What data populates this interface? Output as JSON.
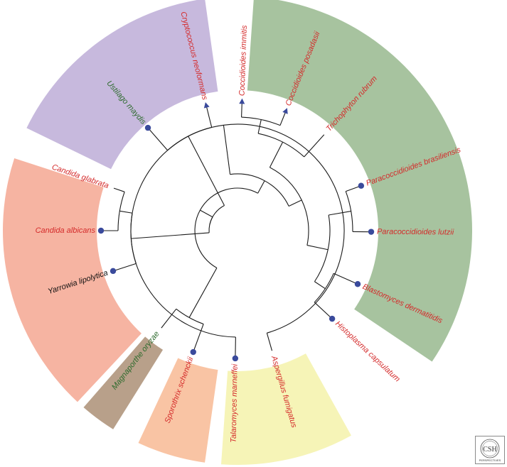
{
  "colors": {
    "label_pathogen": "#d42a2a",
    "label_nonpathogen": "#111111",
    "label_plant": "#2e6b2e",
    "marker": "#3a4a9c",
    "branch": "#1a1a1a"
  },
  "clades": [
    {
      "name": "tremellomycetes-ustilago",
      "color": "#c7b9dd"
    },
    {
      "name": "onygenales",
      "color": "#a7c39f"
    },
    {
      "name": "saccharomycetes",
      "color": "#f6b4a2"
    },
    {
      "name": "magnaporthe",
      "color": "#b8a08a"
    },
    {
      "name": "sporothrix",
      "color": "#f9c4a4"
    },
    {
      "name": "eurotiales",
      "color": "#f6f4b7"
    }
  ],
  "leaves": [
    {
      "id": "cneo",
      "label": "Cryptococcus neoformans",
      "color": "#d42a2a",
      "marker": "triangle"
    },
    {
      "id": "umay",
      "label": "Ustilago maydis",
      "color": "#2e6b2e",
      "marker": "circle"
    },
    {
      "id": "cimm",
      "label": "Coccidioides immitis",
      "color": "#d42a2a",
      "marker": "triangle"
    },
    {
      "id": "cpos",
      "label": "Coccidioides posadasii",
      "color": "#d42a2a",
      "marker": "triangle"
    },
    {
      "id": "trub",
      "label": "Trichophyton rubrum",
      "color": "#d42a2a",
      "marker": "none"
    },
    {
      "id": "pbra",
      "label": "Paracoccidioides brasiliensis",
      "color": "#d42a2a",
      "marker": "circle"
    },
    {
      "id": "plut",
      "label": "Paracoccidioides lutzii",
      "color": "#d42a2a",
      "marker": "circle"
    },
    {
      "id": "bder",
      "label": "Blastomyces dermatitidis",
      "color": "#d42a2a",
      "marker": "circle"
    },
    {
      "id": "hcap",
      "label": "Histoplasma capsulatum",
      "color": "#d42a2a",
      "marker": "circle"
    },
    {
      "id": "afum",
      "label": "Aspergillus fumigatus",
      "color": "#d42a2a",
      "marker": "none"
    },
    {
      "id": "tmar",
      "label": "Talaromyces marneffei",
      "color": "#d42a2a",
      "marker": "circle"
    },
    {
      "id": "ssch",
      "label": "Sporothrix schenckii",
      "color": "#d42a2a",
      "marker": "circle"
    },
    {
      "id": "mory",
      "label": "Magnaporthe oryzae",
      "color": "#2e6b2e",
      "marker": "none"
    },
    {
      "id": "ylip",
      "label": "Yarrowia lipolytica",
      "color": "#111111",
      "marker": "circle"
    },
    {
      "id": "calb",
      "label": "Candida albicans",
      "color": "#d42a2a",
      "marker": "circle"
    },
    {
      "id": "cgla",
      "label": "Candida glabrata",
      "color": "#d42a2a",
      "marker": "none"
    }
  ],
  "logo": {
    "text": "CSH",
    "subtext": "PERSPECTIVES"
  }
}
